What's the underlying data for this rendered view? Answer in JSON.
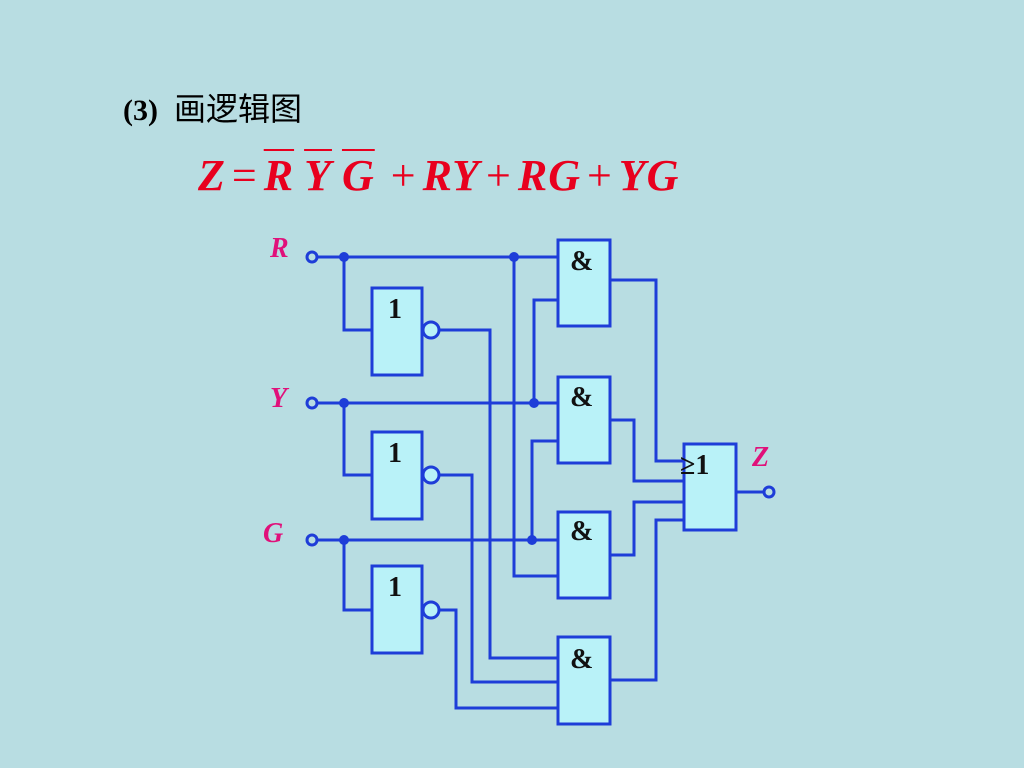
{
  "heading": {
    "number": "(3)",
    "text": "画逻辑图"
  },
  "formula": {
    "lhs": "Z",
    "eq": "=",
    "terms": [
      {
        "parts": [
          {
            "v": "R",
            "bar": true
          },
          {
            "v": "Y",
            "bar": true
          },
          {
            "v": "G",
            "bar": true
          }
        ]
      },
      {
        "parts": [
          {
            "v": "RY",
            "bar": false
          }
        ]
      },
      {
        "parts": [
          {
            "v": "RG",
            "bar": false
          }
        ]
      },
      {
        "parts": [
          {
            "v": "YG",
            "bar": false
          }
        ]
      }
    ],
    "plus": "+"
  },
  "inputs": {
    "r": "R",
    "y": "Y",
    "g": "G"
  },
  "output": "Z",
  "gates": {
    "not_label": "1",
    "and_label": "&",
    "or_label": "≥1"
  },
  "colors": {
    "background": "#b8dde2",
    "wire": "#1e3dd8",
    "gate_fill": "#b9f2f8",
    "formula": "#e8001e",
    "signal": "#e0107a"
  }
}
